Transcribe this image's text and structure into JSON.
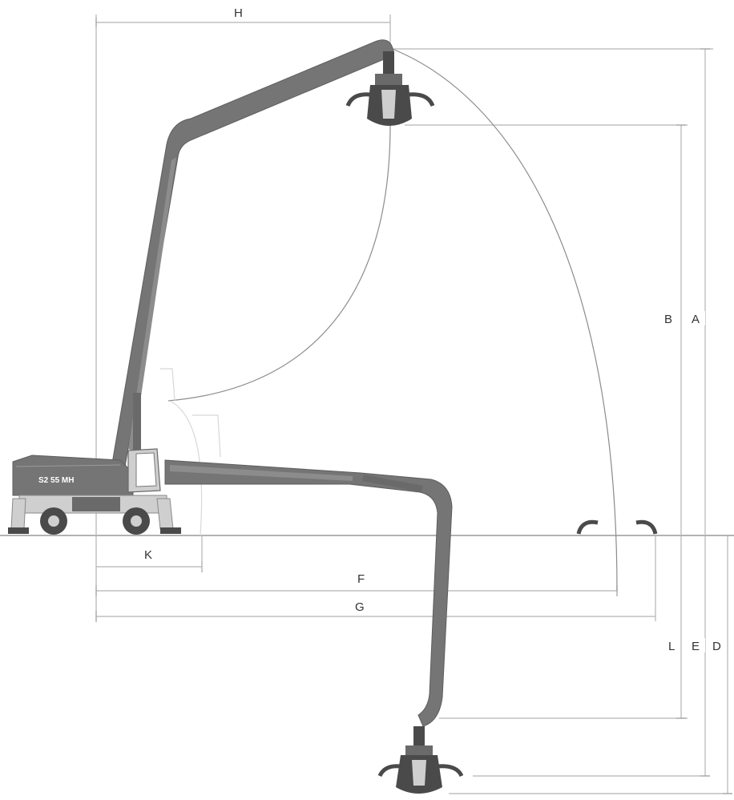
{
  "machine": {
    "model_label": "S2 55 MH"
  },
  "dimensions": {
    "A": "A",
    "B": "B",
    "D": "D",
    "E": "E",
    "F": "F",
    "G": "G",
    "H": "H",
    "K": "K",
    "L": "L"
  }
}
